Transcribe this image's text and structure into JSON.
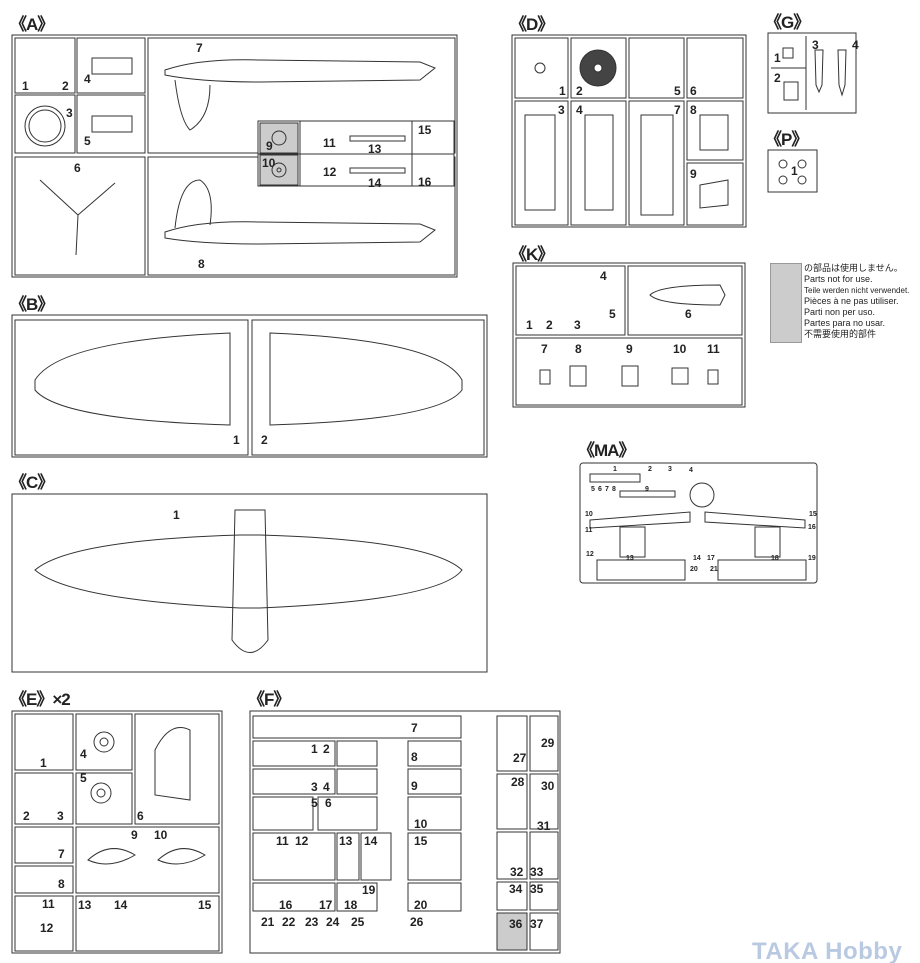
{
  "sections": {
    "A": {
      "title": "《A》",
      "parts": [
        "1",
        "2",
        "3",
        "4",
        "5",
        "6",
        "7",
        "8",
        "9",
        "10",
        "11",
        "12",
        "13",
        "14",
        "15",
        "16"
      ]
    },
    "B": {
      "title": "《B》",
      "parts": [
        "1",
        "2"
      ]
    },
    "C": {
      "title": "《C》",
      "parts": [
        "1"
      ]
    },
    "D": {
      "title": "《D》",
      "parts": [
        "1",
        "2",
        "3",
        "4",
        "5",
        "6",
        "7",
        "8",
        "9"
      ]
    },
    "G": {
      "title": "《G》",
      "parts": [
        "1",
        "2",
        "3",
        "4"
      ]
    },
    "P": {
      "title": "《P》",
      "parts": [
        "1"
      ]
    },
    "K": {
      "title": "《K》",
      "parts": [
        "1",
        "2",
        "3",
        "4",
        "5",
        "6",
        "7",
        "8",
        "9",
        "10",
        "11"
      ]
    },
    "MA": {
      "title": "《MA》",
      "parts": [
        "1",
        "2",
        "3",
        "4",
        "5",
        "6",
        "7",
        "8",
        "9",
        "10",
        "11",
        "12",
        "13",
        "14",
        "15",
        "16",
        "17",
        "18",
        "19",
        "20",
        "21"
      ]
    },
    "E": {
      "title": "《E》×2",
      "parts": [
        "1",
        "2",
        "3",
        "4",
        "5",
        "6",
        "7",
        "8",
        "9",
        "10",
        "11",
        "12",
        "13",
        "14",
        "15"
      ]
    },
    "F": {
      "title": "《F》",
      "parts": [
        "1",
        "2",
        "3",
        "4",
        "5",
        "6",
        "7",
        "8",
        "9",
        "10",
        "11",
        "12",
        "13",
        "14",
        "15",
        "16",
        "17",
        "18",
        "19",
        "20",
        "21",
        "22",
        "23",
        "24",
        "25",
        "26",
        "27",
        "28",
        "29",
        "30",
        "31",
        "32",
        "33",
        "34",
        "35",
        "36",
        "37"
      ]
    }
  },
  "legend": {
    "lines": [
      "の部品は使用しません。",
      "Parts not for use.",
      "Teile werden nicht verwendet.",
      "Pièces à ne pas utiliser.",
      "Parti non per uso.",
      "Partes para no usar.",
      "不需要使用的部件"
    ],
    "swatch_color": "#cccccc"
  },
  "watermark": "TAKA Hobby"
}
